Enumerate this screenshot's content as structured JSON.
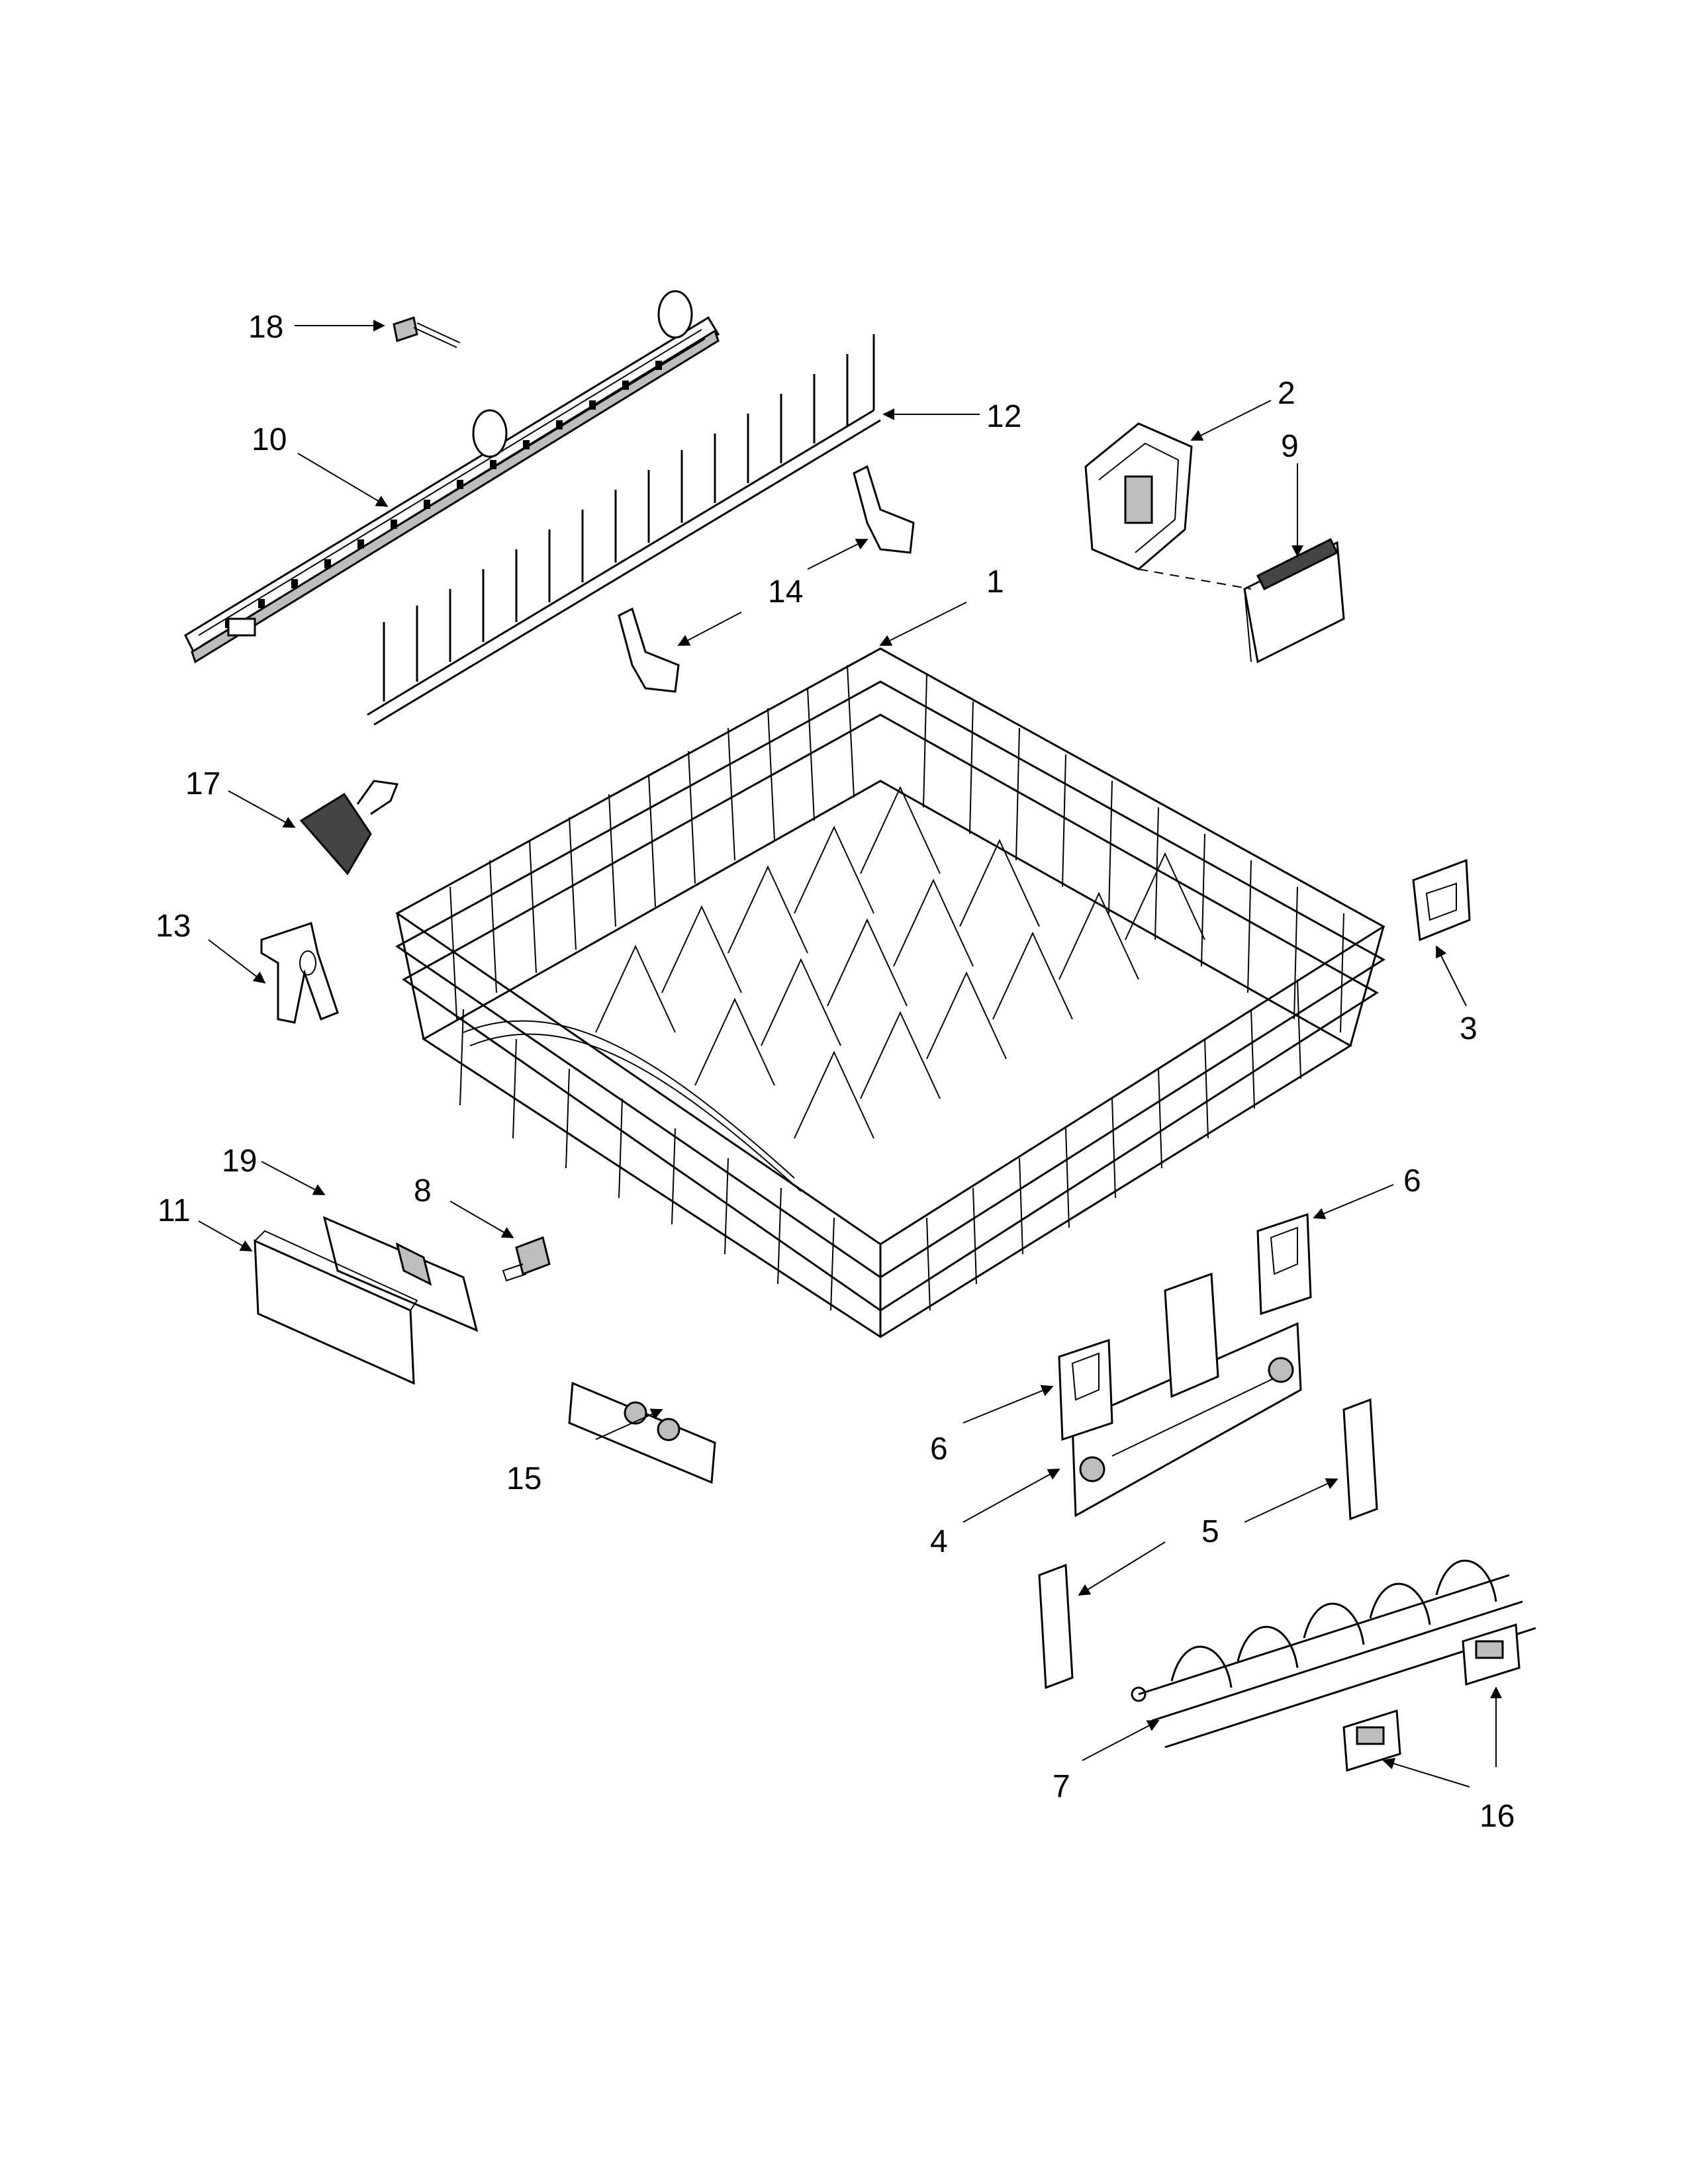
{
  "diagram": {
    "callouts": [
      "1",
      "2",
      "3",
      "4",
      "5",
      "6",
      "6",
      "7",
      "8",
      "9",
      "10",
      "11",
      "12",
      "13",
      "14",
      "15",
      "16",
      "17",
      "18",
      "19"
    ]
  }
}
